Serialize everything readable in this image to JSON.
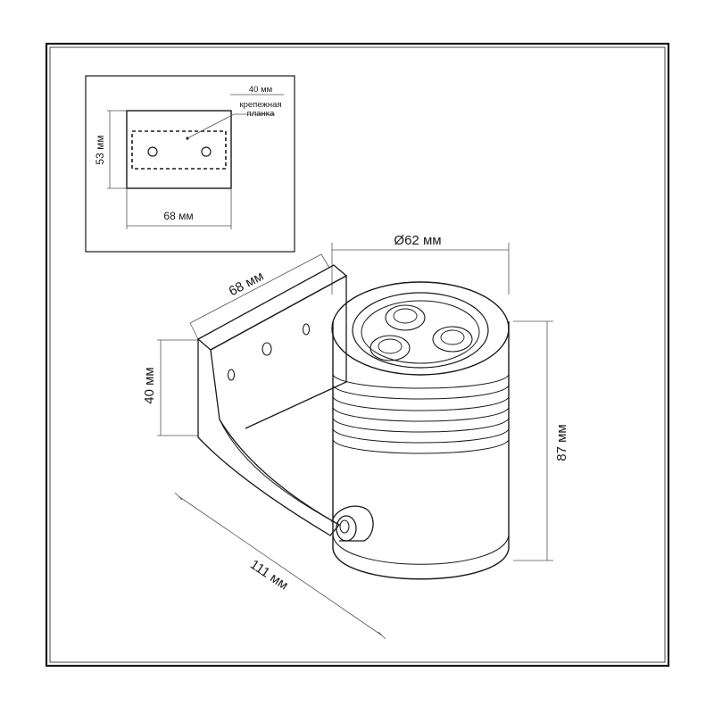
{
  "inset": {
    "bracket_width_label": "68 мм",
    "bracket_height_label": "53 мм",
    "plate_width_label": "40 мм",
    "plate_caption_line1": "крепежная",
    "plate_caption_line2": "планка"
  },
  "main": {
    "diameter_label": "Ø62 мм",
    "bracket_width_label": "68 мм",
    "bracket_height_label": "40 мм",
    "depth_label": "111 мм",
    "height_label": "87 мм"
  }
}
